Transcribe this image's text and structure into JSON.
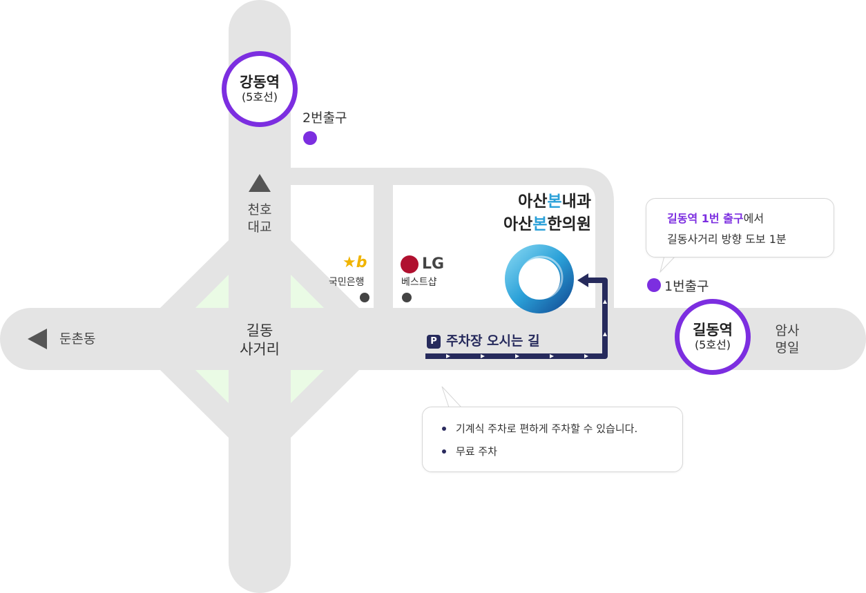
{
  "stations": {
    "gangdong": {
      "name": "강동역",
      "line": "(5호선)"
    },
    "gildong": {
      "name": "길동역",
      "line": "(5호선)"
    }
  },
  "exits": {
    "exit2": "2번출구",
    "exit1": "1번출구"
  },
  "roads": {
    "cheonho": [
      "천호",
      "대교"
    ],
    "dunchon": "둔촌동",
    "gildong_intersection": [
      "길동",
      "사거리"
    ],
    "amsa": [
      "암사",
      "명일"
    ]
  },
  "clinic": {
    "line1": {
      "a": "아산",
      "b": "본",
      "c": "내과"
    },
    "line2": {
      "a": "아산",
      "b": "본",
      "c": "한의원"
    }
  },
  "stores": {
    "kb": {
      "logo": "★b",
      "name": "국민은행"
    },
    "lg": {
      "logo": "LG",
      "name": "베스트샵"
    }
  },
  "parking": {
    "badge": "P",
    "title": "주차장 오시는 길",
    "notes": [
      "기계식 주차로 편하게 주차할 수 있습니다.",
      "무료 주차"
    ]
  },
  "walk_bubble": {
    "highlight": "길동역 1번 출구",
    "suffix": "에서",
    "line2": "길동사거리 방향 도보 1분"
  },
  "colors": {
    "road": "#e4e4e4",
    "crossing": "#eafbe5",
    "station_ring": "#7c2ee0",
    "route": "#262a5c",
    "clinic_accent": "#2aa0d8",
    "arrow": "#555555"
  },
  "icons": [
    "triangle-up-icon",
    "triangle-left-icon",
    "clinic-logo-icon",
    "route-arrow-icon"
  ]
}
